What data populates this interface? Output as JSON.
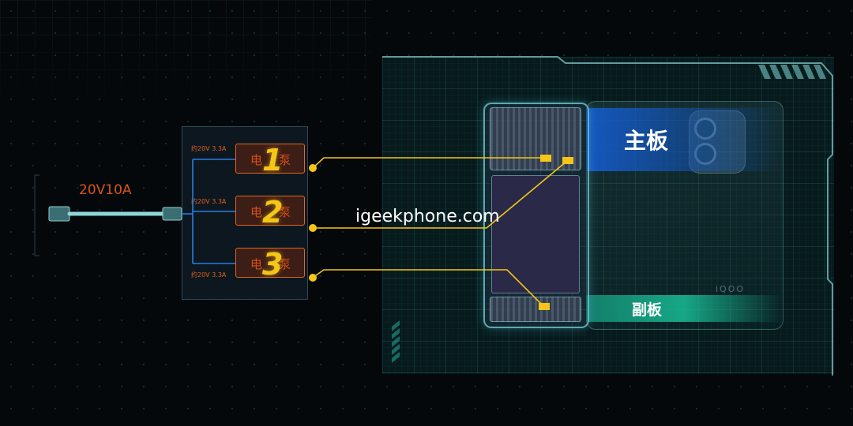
{
  "cable": {
    "label": "20V10A"
  },
  "pumps": [
    {
      "number": "1",
      "text_left": "电",
      "text_right": "泵",
      "spec": "约20V 3.3A"
    },
    {
      "number": "2",
      "text_left": "电",
      "text_right": "泵",
      "spec": "约20V 3.3A"
    },
    {
      "number": "3",
      "text_left": "电",
      "text_right": "泵",
      "spec": "约20V 3.3A"
    }
  ],
  "boards": {
    "main": "主板",
    "sub": "副板"
  },
  "phone": {
    "brand": "iQOO"
  },
  "watermark": "igeekphone.com",
  "colors": {
    "accent_orange": "#e2661e",
    "number_yellow": "#f5c518",
    "main_board_blue": "#1a5ac8",
    "sub_board_green": "#1fb894",
    "wire_blue": "#2b7de0"
  }
}
